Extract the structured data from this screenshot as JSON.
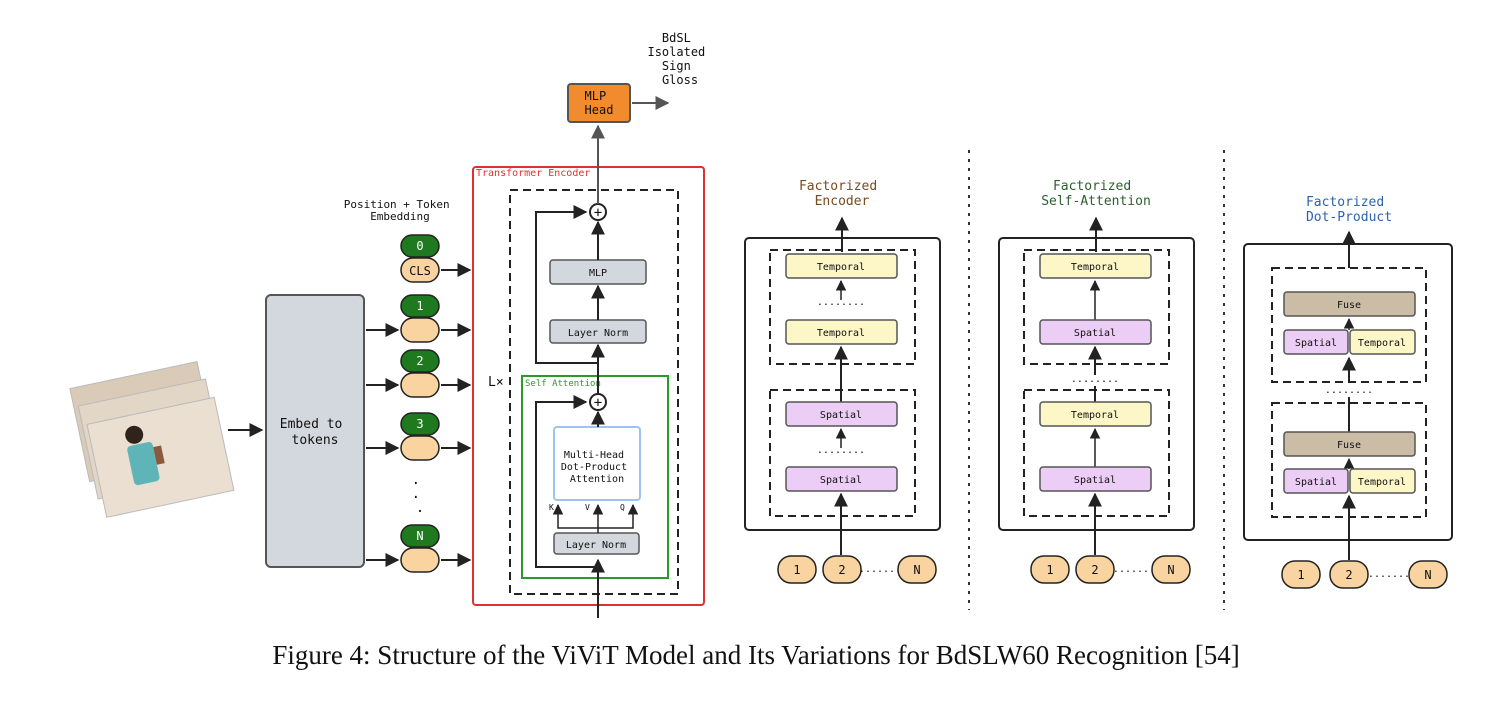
{
  "output_label": [
    "BdSL",
    "Isolated",
    "Sign",
    "Gloss"
  ],
  "mlp_head": [
    "MLP",
    "Head"
  ],
  "position_embedding_label": [
    "Position + Token",
    "Embedding"
  ],
  "embed_label": [
    "Embed to",
    "tokens"
  ],
  "tokens": {
    "cls_index": "0",
    "cls_label": "CLS",
    "indices": [
      "1",
      "2",
      "3"
    ],
    "last_index": "N",
    "ellipsis": ". . ."
  },
  "transformer_encoder": {
    "title": "Transformer Encoder",
    "repeat": "L×",
    "mlp": "MLP",
    "layer_norm_top": "Layer Norm",
    "self_attention_title": "Self Attention",
    "attention": [
      "Multi-Head",
      "Dot-Product",
      "Attention"
    ],
    "kvq": [
      "K",
      "V",
      "Q"
    ],
    "layer_norm_bottom": "Layer Norm",
    "plus": "+"
  },
  "variants": [
    {
      "title": [
        "Factorized",
        "Encoder"
      ],
      "title_color": "#7a4a1f",
      "upper_group": [
        "Temporal",
        "Temporal"
      ],
      "lower_group": [
        "Spatial",
        "Spatial"
      ],
      "dots": "........",
      "inputs": [
        "1",
        "2",
        "N"
      ],
      "input_dots": "......."
    },
    {
      "title": [
        "Factorized",
        "Self-Attention"
      ],
      "title_color": "#2e5f2e",
      "upper_group": [
        "Temporal",
        "Spatial"
      ],
      "lower_group": [
        "Temporal",
        "Spatial"
      ],
      "dots": "........",
      "inputs": [
        "1",
        "2",
        "N"
      ],
      "input_dots": "......."
    },
    {
      "title": [
        "Factorized",
        "Dot-Product"
      ],
      "title_color": "#2b63b0",
      "fuse": "Fuse",
      "pair": [
        "Spatial",
        "Temporal"
      ],
      "dots": "........",
      "inputs": [
        "1",
        "2",
        "N"
      ],
      "input_dots": "......."
    }
  ],
  "colors": {
    "token_green": "#1f7a1f",
    "token_peach": "#f9d3a0",
    "mlp_head_orange": "#f28a2e",
    "encoder_red": "#e03030",
    "self_attention_green": "#2a9a2a",
    "attention_blue": "#9dc3ee",
    "gray_box": "#d3d8df",
    "temporal_yellow": "#fdf7c7",
    "spatial_purple": "#eccdf5",
    "fuse_tan": "#cbbda5"
  },
  "caption": "Figure 4: Structure of the ViViT Model and Its Variations for BdSLW60 Recognition [54]"
}
